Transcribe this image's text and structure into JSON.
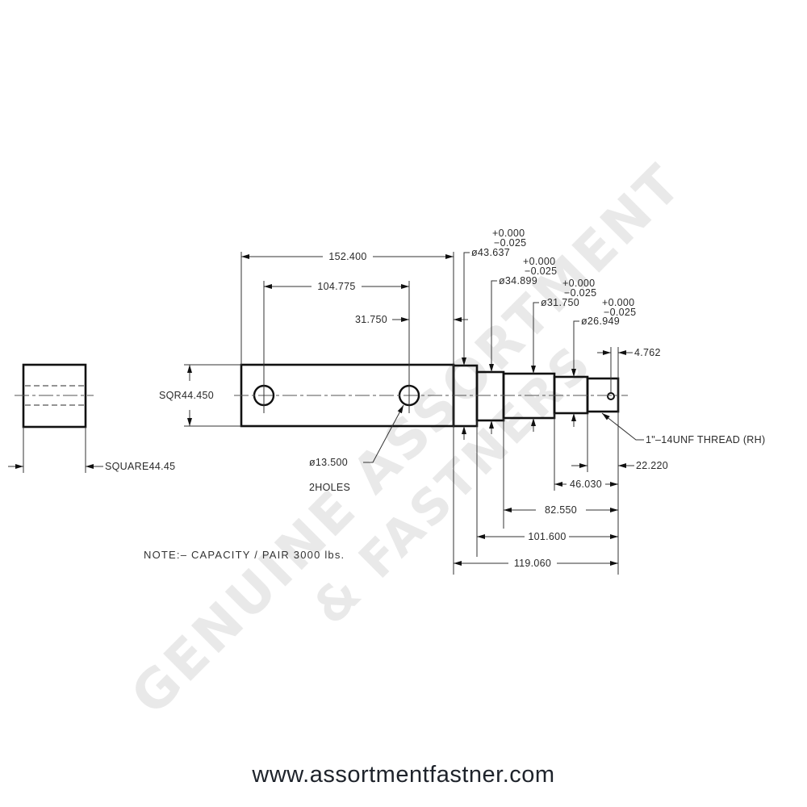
{
  "watermark": {
    "line1": "GENUINE ASSORTMENT",
    "line2": "& FASTNERS",
    "color": "#e9e9e9"
  },
  "side_view": {
    "label": "SQUARE44.45"
  },
  "main_view": {
    "square_label": "SQR44.450",
    "holes_label_1": "ø13.500",
    "holes_label_2": "2HOLES",
    "thread_label": "1\"–14UNF THREAD (RH)"
  },
  "dimensions": {
    "d152": "152.400",
    "d104": "104.775",
    "d31": "31.750",
    "d4762": "4.762",
    "d22220": "22.220",
    "d46030": "46.030",
    "d82550": "82.550",
    "d101600": "101.600",
    "d119060": "119.060"
  },
  "diameters": [
    {
      "value": "ø43.637",
      "tol_plus": "+0.000",
      "tol_minus": "−0.025"
    },
    {
      "value": "ø34.899",
      "tol_plus": "+0.000",
      "tol_minus": "−0.025"
    },
    {
      "value": "ø31.750",
      "tol_plus": "+0.000",
      "tol_minus": "−0.025"
    },
    {
      "value": "ø26.949",
      "tol_plus": "+0.000",
      "tol_minus": "−0.025"
    }
  ],
  "note": "NOTE:– CAPACITY / PAIR 3000 lbs.",
  "footer": {
    "url": "www.assortmentfastner.com"
  }
}
